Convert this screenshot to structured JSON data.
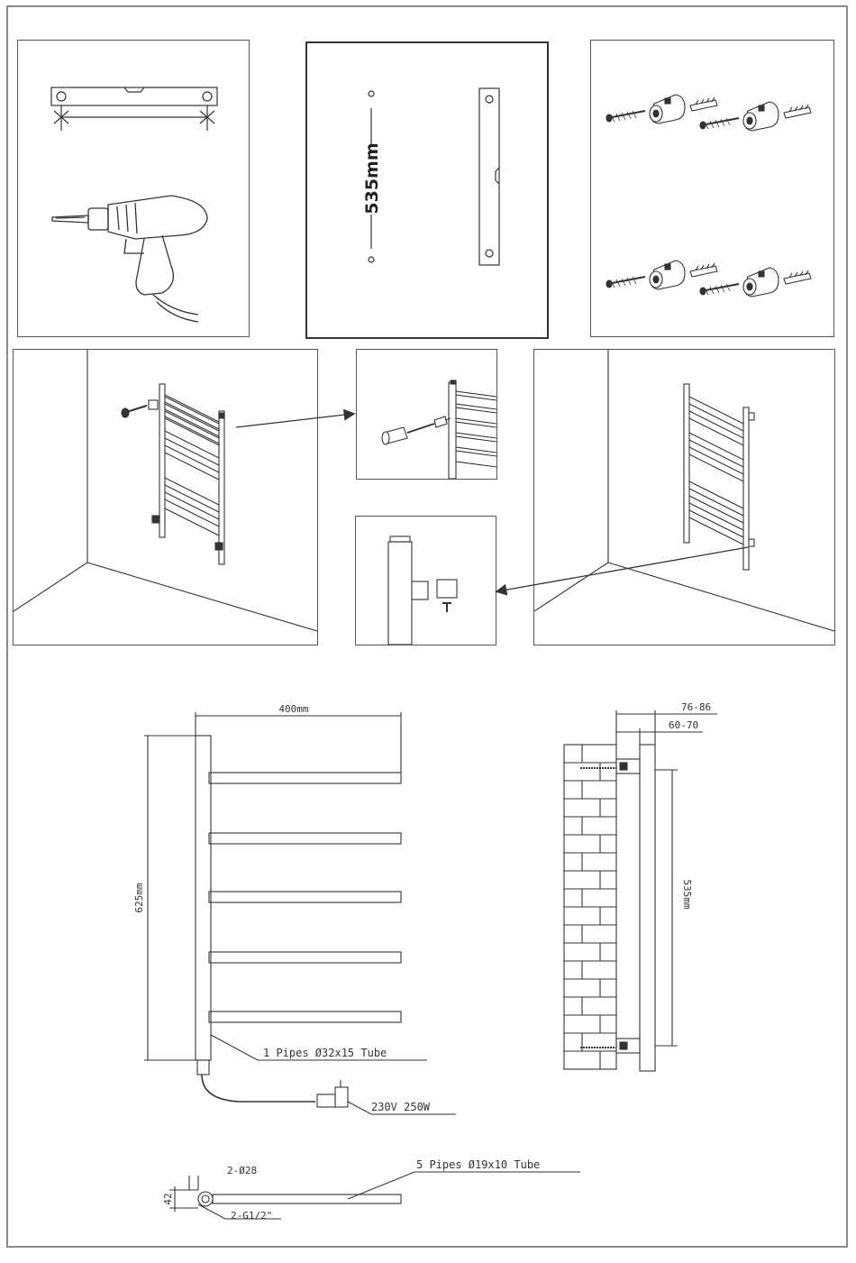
{
  "steps": {
    "hole_spacing": "535mm"
  },
  "drawing": {
    "width_dim": "400mm",
    "height_dim": "625mm",
    "main_pipes_label": "1 Pipes Ø32x15 Tube",
    "power_label": "230V 250W",
    "side_depth_outer": "76-86",
    "side_depth_inner": "60-70",
    "side_spacing": "535mm",
    "bottom_holes": "2-Ø28",
    "bottom_thread": "2-G1/2\"",
    "bottom_depth": "42",
    "bars_label": "5 Pipes Ø19x10 Tube"
  },
  "icons": [
    "spirit-level-icon",
    "drill-icon",
    "wall-plug-icon",
    "screwdriver-icon",
    "allen-key-icon"
  ],
  "colors": {
    "line": "#333333",
    "border": "#8a8a8a",
    "paper": "#ffffff"
  }
}
